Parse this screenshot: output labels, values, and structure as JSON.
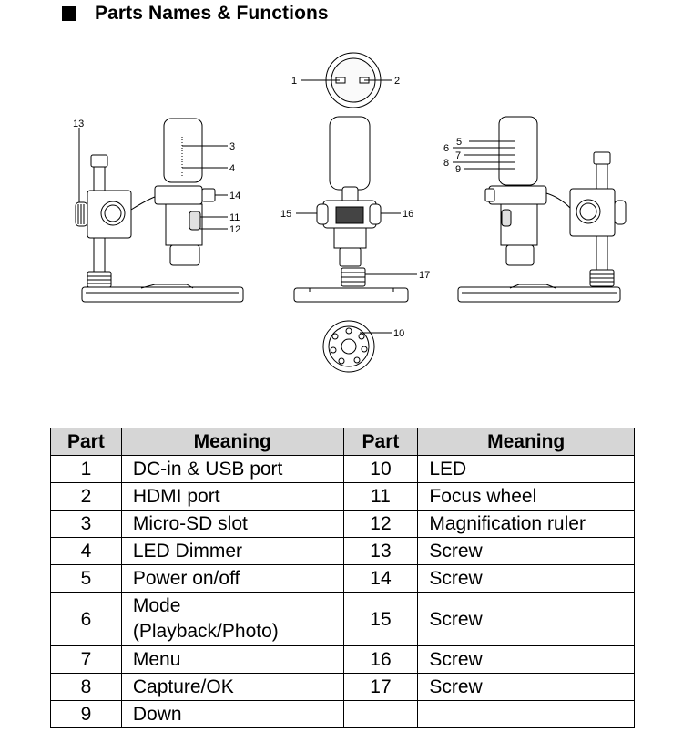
{
  "heading": "Parts Names & Functions",
  "diagram_labels": [
    "1",
    "2",
    "3",
    "4",
    "5",
    "6",
    "7",
    "8",
    "9",
    "10",
    "11",
    "12",
    "13",
    "14",
    "15",
    "16",
    "17"
  ],
  "table": {
    "headers": [
      "Part",
      "Meaning",
      "Part",
      "Meaning"
    ],
    "rows": [
      {
        "p1": "1",
        "m1": "DC-in & USB port",
        "p2": "10",
        "m2": "LED"
      },
      {
        "p1": "2",
        "m1": "HDMI port",
        "p2": "11",
        "m2": "Focus wheel"
      },
      {
        "p1": "3",
        "m1": "Micro-SD slot",
        "p2": "12",
        "m2": "Magnification ruler"
      },
      {
        "p1": "4",
        "m1": "LED Dimmer",
        "p2": "13",
        "m2": "Screw"
      },
      {
        "p1": "5",
        "m1": "Power on/off",
        "p2": "14",
        "m2": "Screw"
      },
      {
        "p1": "6",
        "m1_line1": "Mode",
        "m1_line2": "(Playback/Photo)",
        "p2": "15",
        "m2": "Screw"
      },
      {
        "p1": "7",
        "m1": "Menu",
        "p2": "16",
        "m2": "Screw"
      },
      {
        "p1": "8",
        "m1": "Capture/OK",
        "p2": "17",
        "m2": "Screw"
      },
      {
        "p1": "9",
        "m1": "Down",
        "p2": "",
        "m2": ""
      }
    ]
  }
}
